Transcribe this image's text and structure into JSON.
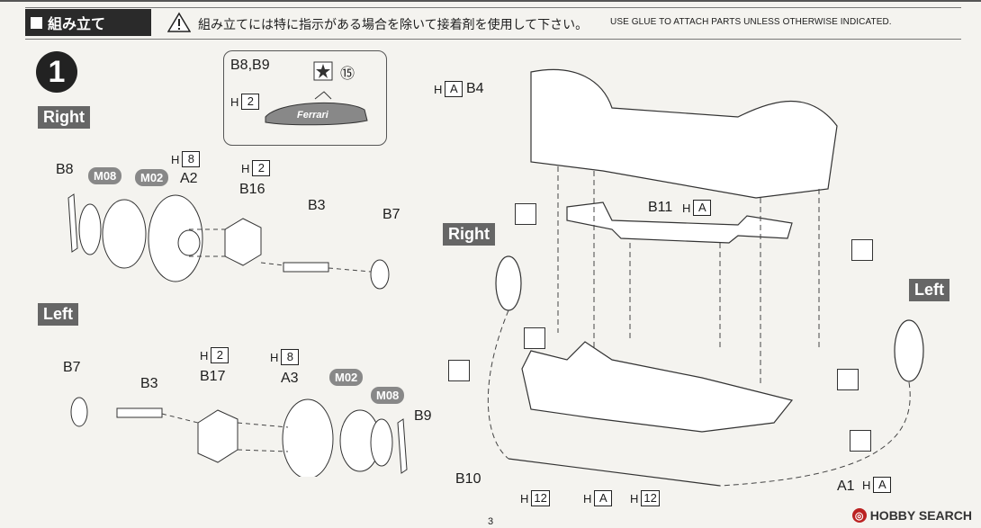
{
  "header": {
    "section_title": "組み立て",
    "notice_jp": "組み立てには特に指示がある場合を除いて接着剤を使用して下さい。",
    "notice_en": "USE GLUE TO ATTACH PARTS UNLESS OTHERWISE INDICATED."
  },
  "step": {
    "number": "1",
    "right_tag": "Right",
    "left_tag": "Left",
    "right_tag_2": "Right",
    "left_tag_2": "Left"
  },
  "inset": {
    "parts": "B8,B9",
    "color_num": "⑮",
    "h_label": "H",
    "h_value": "2",
    "decal_text": "Ferrari"
  },
  "right_assembly": {
    "b8": "B8",
    "m08": "M08",
    "m02": "M02",
    "a2": "A2",
    "h8_h": "H",
    "h8_v": "8",
    "h2_h": "H",
    "h2_v": "2",
    "b16": "B16",
    "b3": "B3",
    "b7": "B7"
  },
  "left_assembly": {
    "b7": "B7",
    "b3": "B3",
    "h2_h": "H",
    "h2_v": "2",
    "b17": "B17",
    "h8_h": "H",
    "h8_v": "8",
    "a3": "A3",
    "m02": "M02",
    "m08": "M08",
    "b9": "B9"
  },
  "chassis": {
    "b4_h": "H",
    "b4_v": "A",
    "b4": "B4",
    "b11": "B11",
    "b11_h": "H",
    "b11_v": "A",
    "b10": "B10",
    "a1": "A1",
    "a1_h": "H",
    "a1_v": "A",
    "h12a_h": "H",
    "h12a_v": "12",
    "ha_h": "H",
    "ha_v": "A",
    "h12b_h": "H",
    "h12b_v": "12"
  },
  "watermark": "HOBBY SEARCH",
  "page_number": "3"
}
